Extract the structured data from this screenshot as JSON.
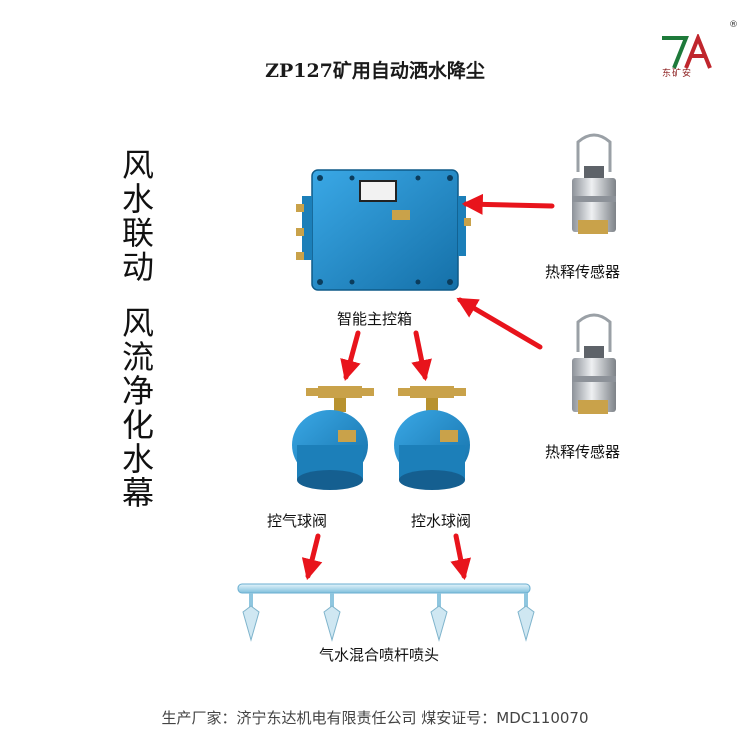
{
  "title": "ZP127矿用自动洒水降尘",
  "logo": {
    "mark": "7A",
    "caption": "东矿安",
    "registered": "®"
  },
  "slogans": {
    "first": "风水联动",
    "second": "风流净化水幕"
  },
  "labels": {
    "main_box": "智能主控箱",
    "sensor_1": "热释传感器",
    "sensor_2": "热释传感器",
    "valve_air": "控气球阀",
    "valve_water": "控水球阀",
    "nozzle": "气水混合喷杆喷头"
  },
  "footer": "生产厂家：济宁东达机电有限责任公司 煤安证号：MDC110070",
  "colors": {
    "arrow": "#e8141c",
    "box_blue": "#1f8fd0",
    "brass": "#c9a24a",
    "steel": "#c9ccd1",
    "pipe": "#a9d7ea",
    "logo": "#1e7a3a"
  }
}
